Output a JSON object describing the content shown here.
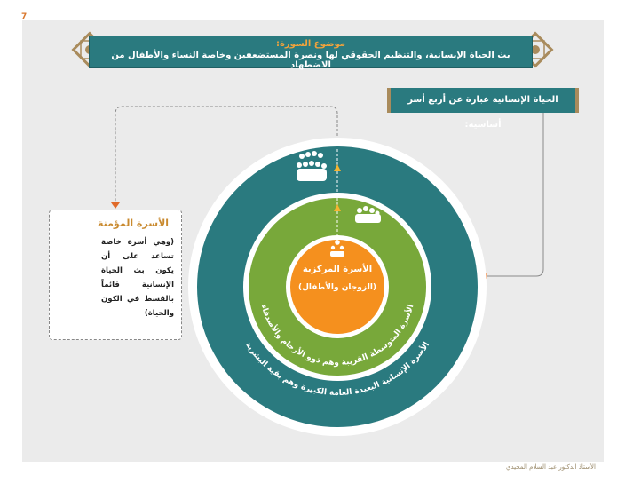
{
  "page_number": "7",
  "banner": {
    "title": "موضوع السورة:",
    "subtitle": "بث الحياة الإنسانية، والتنظيم الحقوقي لها ونصرة المستضعفين وخاصة النساء والأطفال من الاضطهاد"
  },
  "intro": "الحياة الإنسانية عبارة عن أربع أسر أساسية:",
  "side_card": {
    "title": "الأسرة المؤمنة",
    "body": "(وهي أسرة خاصة تساعد على أن يكون بث الحياة الإنسانية قائماً بالقسط في الكون والحياة)"
  },
  "circles": {
    "inner_title": "الأسرة المركزية",
    "inner_sub": "(الزوجان والأطفال)",
    "middle_label": "الأسرة المتوسطة القريبة وهم ذوو الأرحام والأصدقاء",
    "outer_label": "الأسرة الإنسانية البعيدة العامة الكبيرة وهم بقية البشرية"
  },
  "colors": {
    "teal": "#2a7a7f",
    "green": "#78a83a",
    "orange": "#f5901e",
    "gold": "#c98a2f"
  },
  "icons": [
    "crowd-icon",
    "group-icon",
    "family-icon",
    "women-icon"
  ],
  "signature": "الأستاذ الدكتور عبد السلام المجيدي"
}
